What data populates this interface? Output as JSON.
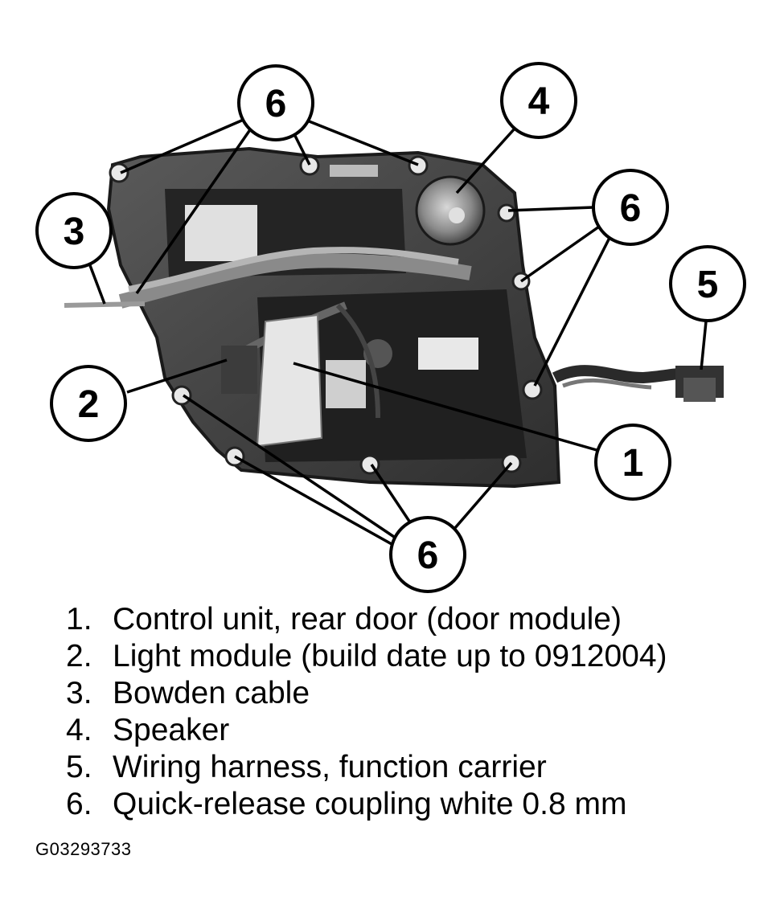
{
  "callouts": {
    "c1": "1",
    "c2": "2",
    "c3": "3",
    "c4": "4",
    "c5": "5",
    "c6_top": "6",
    "c6_right": "6",
    "c6_bottom": "6"
  },
  "legend": [
    {
      "number": "1.",
      "text": "Control unit, rear door (door module)"
    },
    {
      "number": "2.",
      "text": "Light module (build date up to 0912004)"
    },
    {
      "number": "3.",
      "text": "Bowden cable"
    },
    {
      "number": "4.",
      "text": "Speaker"
    },
    {
      "number": "5.",
      "text": "Wiring harness, function carrier"
    },
    {
      "number": "6.",
      "text": "Quick-release coupling white 0.8 mm"
    }
  ],
  "figure_code": "G03293733"
}
